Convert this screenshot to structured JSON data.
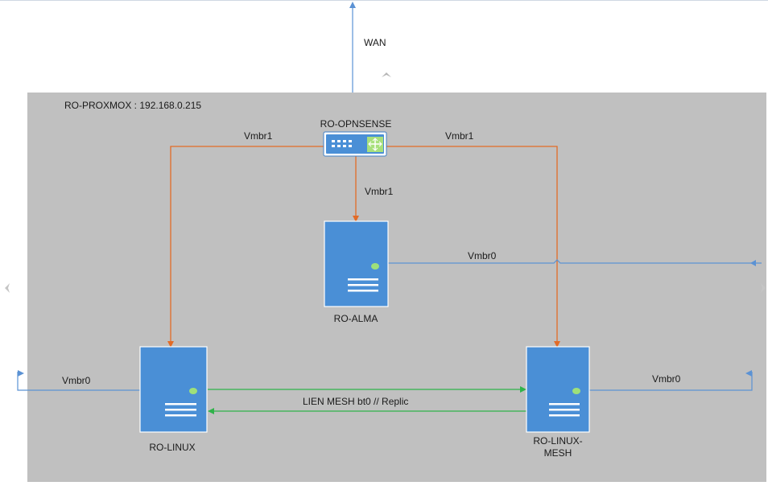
{
  "host": {
    "label": "RO-PROXMOX : 192.168.0.215"
  },
  "wan": {
    "label": "WAN"
  },
  "firewall": {
    "label": "RO-OPNSENSE"
  },
  "servers": {
    "alma": {
      "label": "RO-ALMA"
    },
    "linux": {
      "label": "RO-LINUX"
    },
    "mesh": {
      "label": "RO-LINUX-\nMESH",
      "line1": "RO-LINUX-",
      "line2": "MESH"
    }
  },
  "links": {
    "opn_to_linux": "Vmbr1",
    "opn_to_mesh": "Vmbr1",
    "opn_to_alma": "Vmbr1",
    "alma_vmbr0": "Vmbr0",
    "linux_vmbr0": "Vmbr0",
    "mesh_vmbr0": "Vmbr0",
    "mesh_link": "LIEN MESH bt0 // Replic"
  },
  "colors": {
    "host_fill": "#c0c0c0",
    "server_fill": "#4a8fd6",
    "vmbr1_line": "#e26b27",
    "vmbr0_line": "#5b92d4",
    "mesh_line": "#2fb34a",
    "led": "#9ee07a"
  }
}
